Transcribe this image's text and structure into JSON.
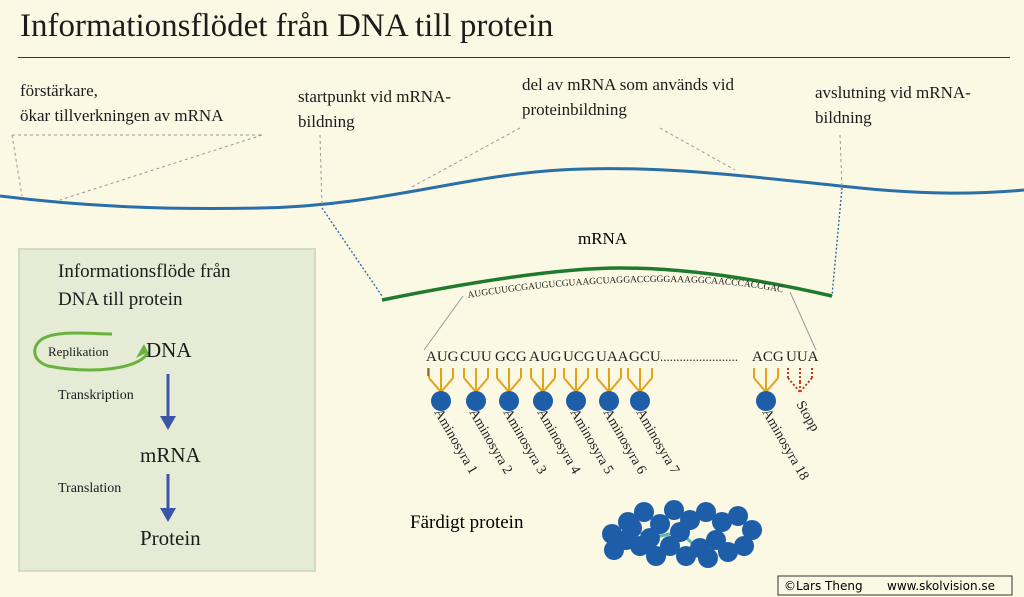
{
  "title": "Informationsflödet från DNA till protein",
  "labels": {
    "enhancer_line1": "förstärkare,",
    "enhancer_line2": "ökar tillverkningen av mRNA",
    "start_line1": "startpunkt vid mRNA-",
    "start_line2": "bildning",
    "coding_line1": "del av mRNA som används vid",
    "coding_line2": "proteinbildning",
    "end_line1": "avslutning vid mRNA-",
    "end_line2": "bildning",
    "mrna": "mRNA",
    "sequence_small": "AUGCUUGCGAUGUCGUAAGCUAGGACCGGGAAAGGCAACCCACCGACGUUA",
    "codons": [
      "AUG",
      "CUU",
      "GCG",
      "AUG",
      "UCG",
      "UAA",
      "GCU"
    ],
    "codons_gap": "........................",
    "codon_last": "ACG",
    "codon_stop": "UUA",
    "amino_acids": [
      "Aminosyra 1",
      "Aminosyra 2",
      "Aminosyra 3",
      "Aminosyra 4",
      "Aminosyra 5",
      "Aminosyra 6",
      "Aminosyra 7"
    ],
    "amino_last": "Aminosyra 18",
    "stop": "Stopp",
    "finished_protein": "Färdigt protein"
  },
  "panel": {
    "title_line1": "Informationsflöde från",
    "title_line2": "DNA till protein",
    "replication": "Replikation",
    "dna": "DNA",
    "transcription": "Transkription",
    "mrna": "mRNA",
    "translation": "Translation",
    "protein": "Protein"
  },
  "footer": {
    "credit": "©Lars Theng",
    "website": "www.skolvision.se"
  },
  "colors": {
    "background": "#fbf8e3",
    "dna_strand": "#2a6fa8",
    "mrna_strand": "#1f7a2e",
    "amino_acid": "#1e5ea8",
    "trna_fork": "#e2a21a",
    "stop_fork": "#c23a1a",
    "replication_arrow": "#6ab23e",
    "flow_arrow": "#3a56a8",
    "panel_bg": "#e6ebd6"
  }
}
